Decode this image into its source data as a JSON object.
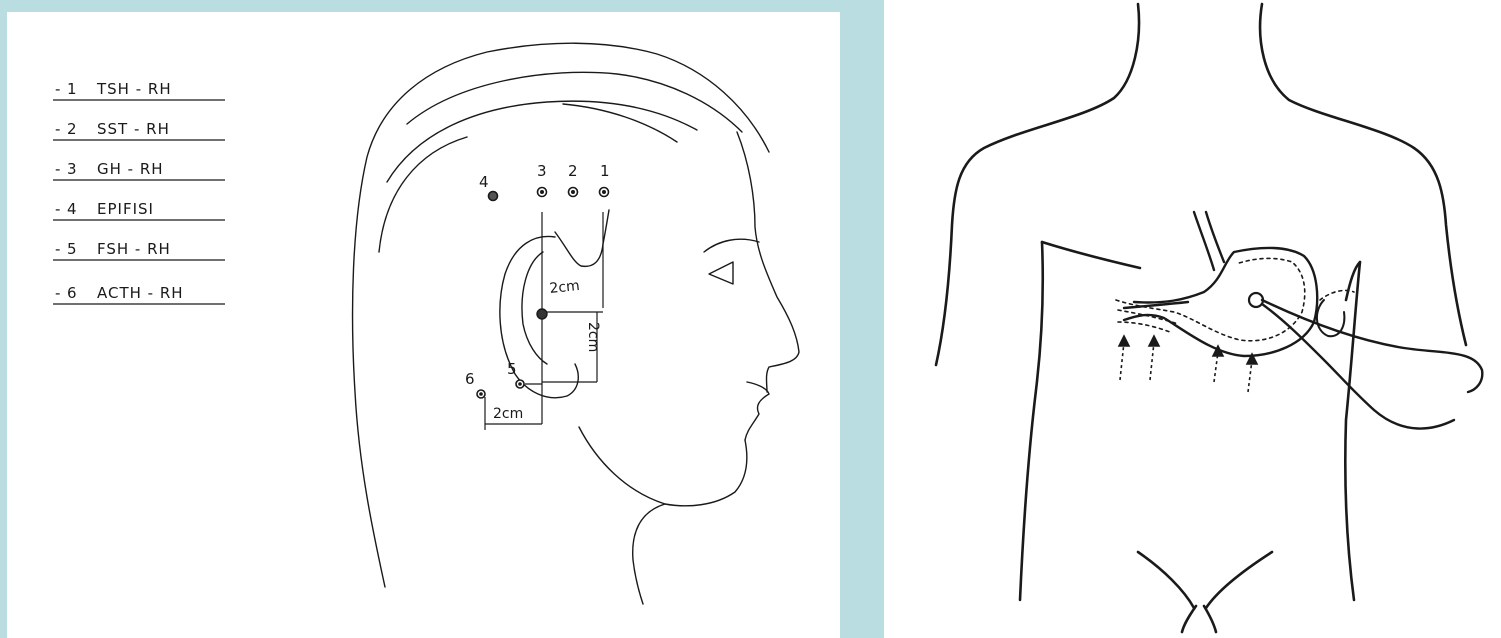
{
  "legend": [
    {
      "num": "1",
      "label": "TSH - RH"
    },
    {
      "num": "2",
      "label": "SST - RH"
    },
    {
      "num": "3",
      "label": "GH - RH"
    },
    {
      "num": "4",
      "label": "EPIFISI"
    },
    {
      "num": "5",
      "label": "FSH - RH"
    },
    {
      "num": "6",
      "label": "ACTH - RH"
    }
  ],
  "points": [
    {
      "num": "1"
    },
    {
      "num": "2"
    },
    {
      "num": "3"
    },
    {
      "num": "4"
    },
    {
      "num": "5"
    },
    {
      "num": "6"
    }
  ],
  "dimensions": {
    "upper": "2cm",
    "vertical": "2cm",
    "lower": "2cm"
  },
  "colors": {
    "background": "#b9dde0",
    "panel": "#ffffff",
    "ink": "#1a1a1a"
  }
}
